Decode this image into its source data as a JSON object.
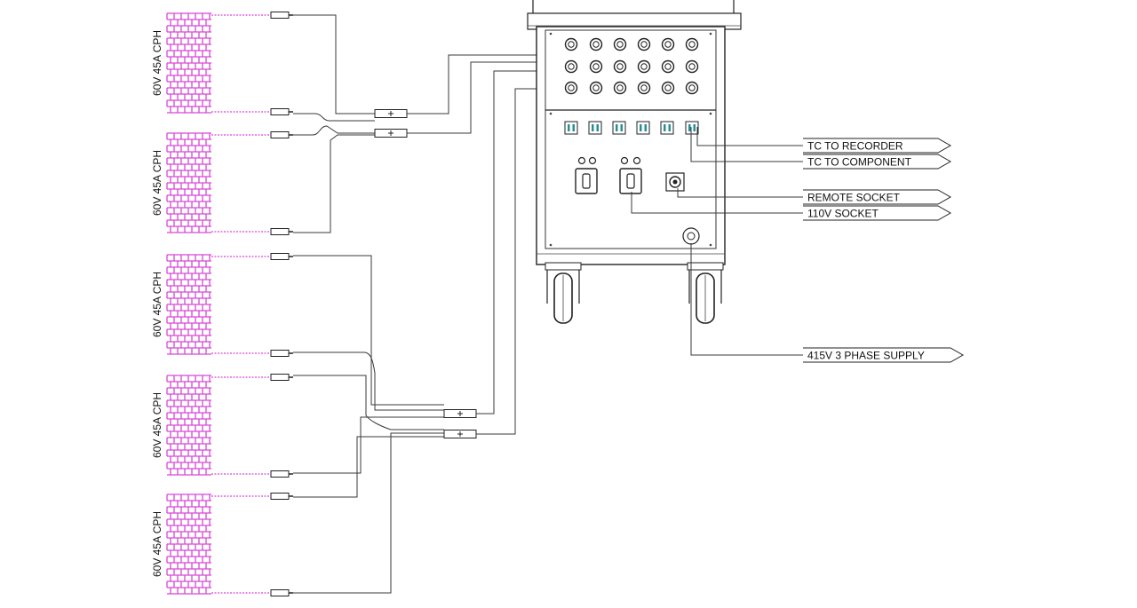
{
  "colors": {
    "heater_pad": "#d648d6",
    "wire": "#3a3a3a",
    "outline": "#222222",
    "background": "#ffffff"
  },
  "heater_pads": [
    {
      "label": "60V 45A CPH"
    },
    {
      "label": "60V 45A CPH"
    },
    {
      "label": "60V 45A CPH"
    },
    {
      "label": "60V 45A CPH"
    },
    {
      "label": "60V 45A CPH"
    }
  ],
  "connections": [
    {
      "label": "TC TO RECORDER"
    },
    {
      "label": "TC TO  COMPONENT"
    },
    {
      "label": "REMOTE SOCKET"
    },
    {
      "label": "110V SOCKET"
    },
    {
      "label": "415V 3 PHASE SUPPLY"
    }
  ],
  "icons": {
    "output_socket": "output-socket-icon",
    "thermocouple": "thermocouple-socket-icon",
    "isolator": "isolator-switch-icon",
    "wheel": "castor-wheel-icon",
    "splitter": "splitter-connector-icon"
  }
}
